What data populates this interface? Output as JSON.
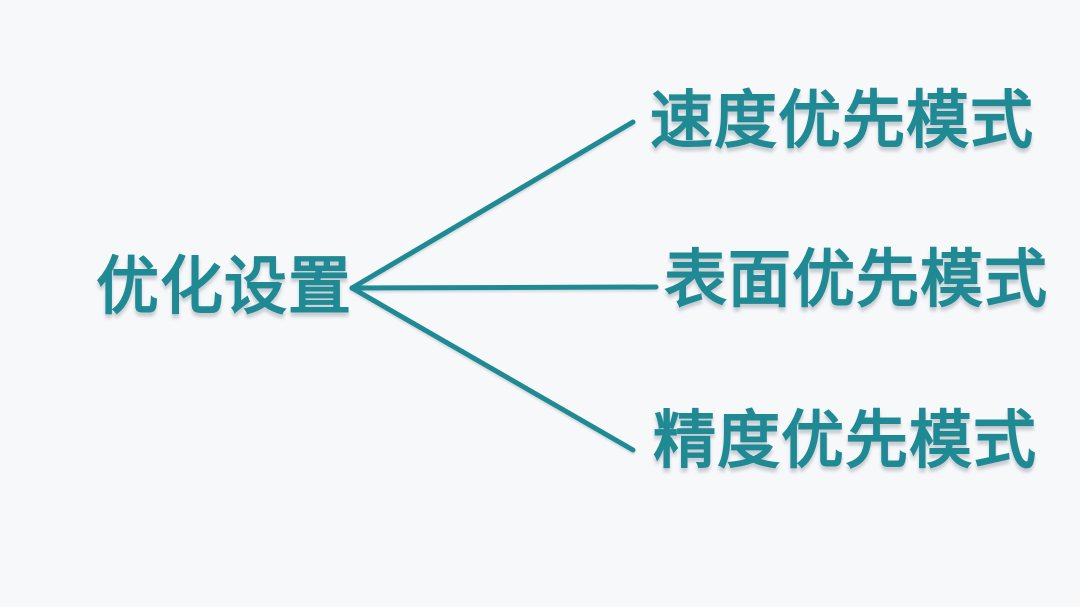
{
  "page": {
    "background_color": "#f7f8fa"
  },
  "diagram": {
    "type": "mindmap",
    "accent_color": "#1f8a94",
    "root": {
      "label": "优化设置"
    },
    "branches": [
      {
        "label": "速度优先模式"
      },
      {
        "label": "表面优先模式"
      },
      {
        "label": "精度优先模式"
      }
    ]
  }
}
